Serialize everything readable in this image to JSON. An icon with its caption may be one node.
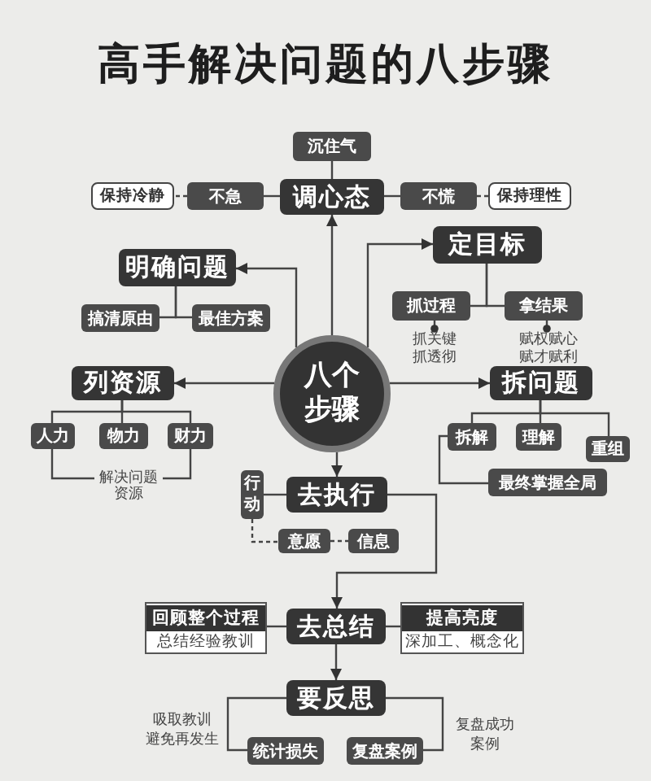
{
  "diagram": {
    "title": "高手解决问题的八步骤",
    "nodes": [
      {
        "text": [
          "八个步骤"
        ]
      },
      {
        "text": [
          "调心态"
        ]
      },
      {
        "text": [
          "沉住气"
        ]
      },
      {
        "text": [
          "不急"
        ]
      },
      {
        "text": [
          "保持冷静"
        ]
      },
      {
        "text": [
          "不慌"
        ]
      },
      {
        "text": [
          "保持理性"
        ]
      },
      {
        "text": [
          "明确问题"
        ]
      },
      {
        "text": [
          "搞清原由"
        ]
      },
      {
        "text": [
          "最佳方案"
        ]
      },
      {
        "text": [
          "定目标"
        ]
      },
      {
        "text": [
          "抓过程"
        ]
      },
      {
        "text": [
          "拿结果"
        ]
      },
      {
        "text": [
          "抓关键抓透彻"
        ]
      },
      {
        "text": [
          "赋权赋心赋才赋利"
        ]
      },
      {
        "text": [
          "列资源"
        ]
      },
      {
        "text": [
          "人力"
        ]
      },
      {
        "text": [
          "物力"
        ]
      },
      {
        "text": [
          "财力"
        ]
      },
      {
        "text": [
          "解决问题资源"
        ]
      },
      {
        "text": [
          "拆问题"
        ]
      },
      {
        "text": [
          "拆解"
        ]
      },
      {
        "text": [
          "理解"
        ]
      },
      {
        "text": [
          "重组"
        ]
      },
      {
        "text": [
          "最终掌握全局"
        ]
      },
      {
        "text": [
          "去执行"
        ]
      },
      {
        "text": [
          "行动"
        ]
      },
      {
        "text": [
          "意愿"
        ]
      },
      {
        "text": [
          "信息"
        ]
      },
      {
        "text": [
          "去总结"
        ]
      },
      {
        "text": [
          "回顾整个过程",
          "总结经验教训"
        ]
      },
      {
        "text": [
          "提高亮度",
          "深加工、概念化"
        ]
      },
      {
        "text": [
          "要反思"
        ]
      },
      {
        "text": [
          "统计损失"
        ],
        "beside": [
          "吸取教训",
          "避免再发生"
        ]
      },
      {
        "text": [
          "复盘案例"
        ],
        "beside": [
          "复盘成功案例"
        ]
      }
    ],
    "edges": [
      {
        "from": 0,
        "to": 1,
        "arrow": "to"
      },
      {
        "from": 1,
        "to": 2,
        "arrow": "none"
      },
      {
        "from": 1,
        "to": 3,
        "arrow": "none"
      },
      {
        "from": 3,
        "to": 4,
        "arrow": "none",
        "style": "dashed"
      },
      {
        "from": 1,
        "to": 5,
        "arrow": "none"
      },
      {
        "from": 5,
        "to": 6,
        "arrow": "none",
        "style": "dashed"
      },
      {
        "from": 0,
        "to": 7,
        "arrow": "to"
      },
      {
        "from": 7,
        "to": 8,
        "arrow": "none"
      },
      {
        "from": 7,
        "to": 9,
        "arrow": "none"
      },
      {
        "from": 0,
        "to": 10,
        "arrow": "to"
      },
      {
        "from": 10,
        "to": 11,
        "arrow": "none"
      },
      {
        "from": 10,
        "to": 12,
        "arrow": "none"
      },
      {
        "from": 11,
        "to": 13,
        "arrow": "other"
      },
      {
        "from": 12,
        "to": 14,
        "arrow": "other"
      },
      {
        "from": 0,
        "to": 15,
        "arrow": "to"
      },
      {
        "from": 0,
        "to": 20,
        "arrow": "to"
      },
      {
        "from": 15,
        "to": 16,
        "arrow": "none"
      },
      {
        "from": 15,
        "to": 17,
        "arrow": "none"
      },
      {
        "from": 15,
        "to": 18,
        "arrow": "none"
      },
      {
        "from": 16,
        "to": 19,
        "arrow": "none"
      },
      {
        "from": 18,
        "to": 19,
        "arrow": "none"
      },
      {
        "from": 20,
        "to": 21,
        "arrow": "none"
      },
      {
        "from": 20,
        "to": 22,
        "arrow": "none"
      },
      {
        "from": 20,
        "to": 23,
        "arrow": "none"
      },
      {
        "from": 21,
        "to": 24,
        "arrow": "none"
      },
      {
        "from": 0,
        "to": 25,
        "arrow": "to"
      },
      {
        "from": 26,
        "to": 25,
        "arrow": "none"
      },
      {
        "from": 26,
        "to": 27,
        "arrow": "none",
        "style": "dashed"
      },
      {
        "from": 27,
        "to": 28,
        "arrow": "none",
        "style": "dashed"
      },
      {
        "from": 25,
        "to": 29,
        "arrow": "to"
      },
      {
        "from": 29,
        "to": 30,
        "arrow": "none"
      },
      {
        "from": 29,
        "to": 31,
        "arrow": "none"
      },
      {
        "from": 29,
        "to": 32,
        "arrow": "to"
      },
      {
        "from": 32,
        "to": 33,
        "arrow": "none"
      },
      {
        "from": 32,
        "to": 34,
        "arrow": "none"
      }
    ]
  }
}
